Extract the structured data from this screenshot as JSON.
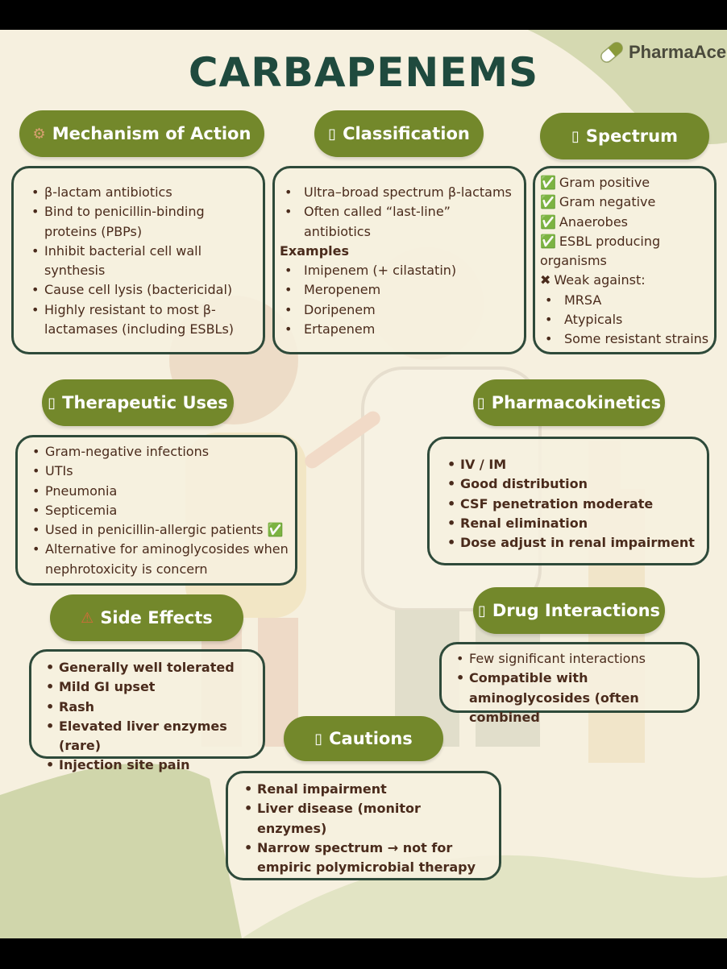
{
  "title": "CARBAPENEMS",
  "brand": {
    "name": "PharmaAce",
    "icon": "capsule-icon"
  },
  "colors": {
    "pill": "#73882b",
    "title": "#1f4a3e",
    "border": "#2e4a3a",
    "text": "#4a2b1c",
    "background": "#f6f0df"
  },
  "mechanism": {
    "icon": "gear-icon",
    "icon_glyph": "⚙",
    "heading": "Mechanism of Action",
    "items": [
      "β-lactam antibiotics",
      "Bind to penicillin-binding proteins (PBPs)",
      "Inhibit bacterial cell wall synthesis",
      "Cause cell lysis (bactericidal)",
      "Highly resistant to most β-lactamases (including ESBLs)"
    ]
  },
  "classification": {
    "icon": "missing-glyph-icon",
    "icon_glyph": "▯",
    "heading": "Classification",
    "items": [
      "Ultra–broad spectrum β-lactams",
      "Often called “last-line” antibiotics"
    ],
    "examples_label": "Examples",
    "examples": [
      "Imipenem (+ cilastatin)",
      "Meropenem",
      "Doripenem",
      "Ertapenem"
    ]
  },
  "spectrum": {
    "icon": "missing-glyph-icon",
    "icon_glyph": "▯",
    "heading": "Spectrum",
    "check_glyph": "✅",
    "positives": [
      "Gram positive",
      "Gram negative",
      "Anaerobes",
      "ESBL producing organisms"
    ],
    "weak_glyph": "✖",
    "weak_label": "Weak against:",
    "weak": [
      "MRSA",
      "Atypicals",
      "Some resistant strains"
    ]
  },
  "therapeutic": {
    "icon": "missing-glyph-icon",
    "icon_glyph": "▯",
    "heading": "Therapeutic Uses",
    "items": [
      "Gram-negative infections",
      "UTIs",
      "Pneumonia",
      "Septicemia",
      "Used in penicillin-allergic patients ✅",
      "Alternative for aminoglycosides when nephrotoxicity is concern"
    ]
  },
  "pharmacokinetics": {
    "icon": "missing-glyph-icon",
    "icon_glyph": "▯",
    "heading": "Pharmacokinetics",
    "items": [
      "IV / IM",
      "Good distribution",
      "CSF penetration moderate",
      "Renal elimination",
      "Dose adjust in renal impairment"
    ]
  },
  "side_effects": {
    "icon": "warning-icon",
    "icon_glyph": "⚠",
    "heading": "Side Effects",
    "items": [
      "Generally well tolerated",
      "Mild GI upset",
      "Rash",
      "Elevated liver enzymes (rare)",
      "Injection site pain"
    ]
  },
  "interactions": {
    "icon": "missing-glyph-icon",
    "icon_glyph": "▯",
    "heading": "Drug Interactions",
    "items": [
      "Few significant interactions",
      "Compatible with aminoglycosides (often combined"
    ]
  },
  "cautions": {
    "icon": "missing-glyph-icon",
    "icon_glyph": "▯",
    "heading": "Cautions",
    "items": [
      "Renal impairment",
      "Liver disease (monitor enzymes)",
      "Narrow spectrum → not for empiric polymicrobial therapy"
    ]
  }
}
